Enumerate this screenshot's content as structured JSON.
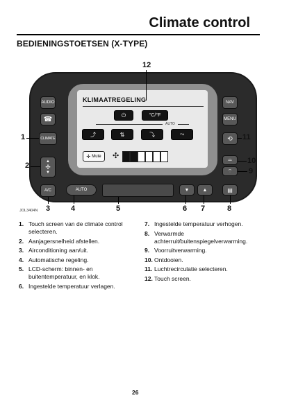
{
  "page": {
    "title": "Climate control",
    "section_heading": "BEDIENINGSTOETSEN (X-TYPE)",
    "page_number": "26"
  },
  "figure": {
    "reference": "JOL3404N",
    "callouts": [
      "1",
      "2",
      "3",
      "4",
      "5",
      "6",
      "7",
      "8",
      "9",
      "10",
      "11",
      "12"
    ],
    "side_buttons": {
      "audio": "AUDIO",
      "climate": "CLIMATE",
      "ac": "A/C",
      "auto": "AUTO",
      "nav": "NAV",
      "menu": "MENU"
    },
    "screen": {
      "title": "KLIMAATREGELING",
      "temp_unit_button": "°C/°F",
      "auto_label": "AUTO",
      "mute_button": "Mute"
    }
  },
  "legend": {
    "left": [
      {
        "num": "1.",
        "text": "Touch screen van de climate control selecteren."
      },
      {
        "num": "2.",
        "text": "Aanjagersnelheid afstellen."
      },
      {
        "num": "3.",
        "text": "Airconditioning aan/uit."
      },
      {
        "num": "4.",
        "text": "Automatische regeling."
      },
      {
        "num": "5.",
        "text": "LCD-scherm: binnen- en buitentemperatuur, en klok."
      },
      {
        "num": "6.",
        "text": "Ingestelde temperatuur verlagen."
      }
    ],
    "right": [
      {
        "num": "7.",
        "text": "Ingestelde temperatuur verhogen."
      },
      {
        "num": "8.",
        "text": "Verwarmde achterruit/buitenspiegelverwarming."
      },
      {
        "num": "9.",
        "text": "Voorruitverwarming."
      },
      {
        "num": "10.",
        "text": "Ontdooien."
      },
      {
        "num": "11.",
        "text": "Luchtrecirculatie selecteren."
      },
      {
        "num": "12.",
        "text": "Touch screen."
      }
    ]
  }
}
